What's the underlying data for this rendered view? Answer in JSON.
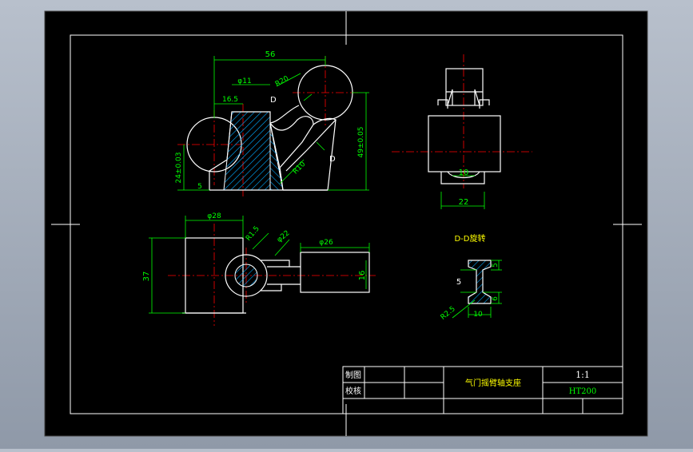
{
  "drawing": {
    "front_view": {
      "dim_width": "56",
      "dim_bore_dia": "φ11",
      "dim_radius_top": "R20",
      "dim_16": "16.5",
      "dim_height_left": "24±0.03",
      "dim_height_right": "49±0.05",
      "dim_small": "5",
      "dim_r10": "R10",
      "section_label_top": "D",
      "section_label_right": "D"
    },
    "side_view": {
      "dim_10": "10",
      "dim_22": "22"
    },
    "top_view": {
      "dim_d28": "φ28",
      "dim_r1_5": "R1.5",
      "dim_d22": "φ22",
      "dim_d26": "φ26",
      "dim_37": "37",
      "dim_16": "16"
    },
    "section_view": {
      "title": "D-D旋转",
      "dim_5a": "5",
      "dim_5b": "5",
      "dim_6": "6",
      "dim_r2_5": "R2.5",
      "dim_10": "10"
    },
    "title_block": {
      "row1_label": "制图",
      "row2_label": "校核",
      "part_name": "气门摇臂轴支座",
      "scale": "1:1",
      "material": "HT200"
    }
  },
  "colors": {
    "background": "#000000",
    "outline": "#ffffff",
    "dimension": "#00ff00",
    "centerline": "#ff0000",
    "hatch": "#00aaff",
    "section_title": "#ffff00"
  }
}
